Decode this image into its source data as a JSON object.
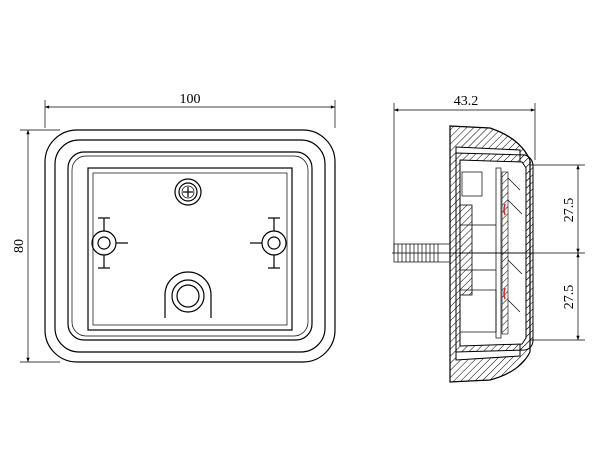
{
  "drawing": {
    "front_view": {
      "width_dimension": "100",
      "height_dimension": "80"
    },
    "side_view": {
      "depth_dimension": "43.2",
      "upper_offset_dimension": "27.5",
      "lower_offset_dimension": "27.5"
    },
    "colors": {
      "line": "#000000",
      "accent": "#e02020"
    }
  }
}
